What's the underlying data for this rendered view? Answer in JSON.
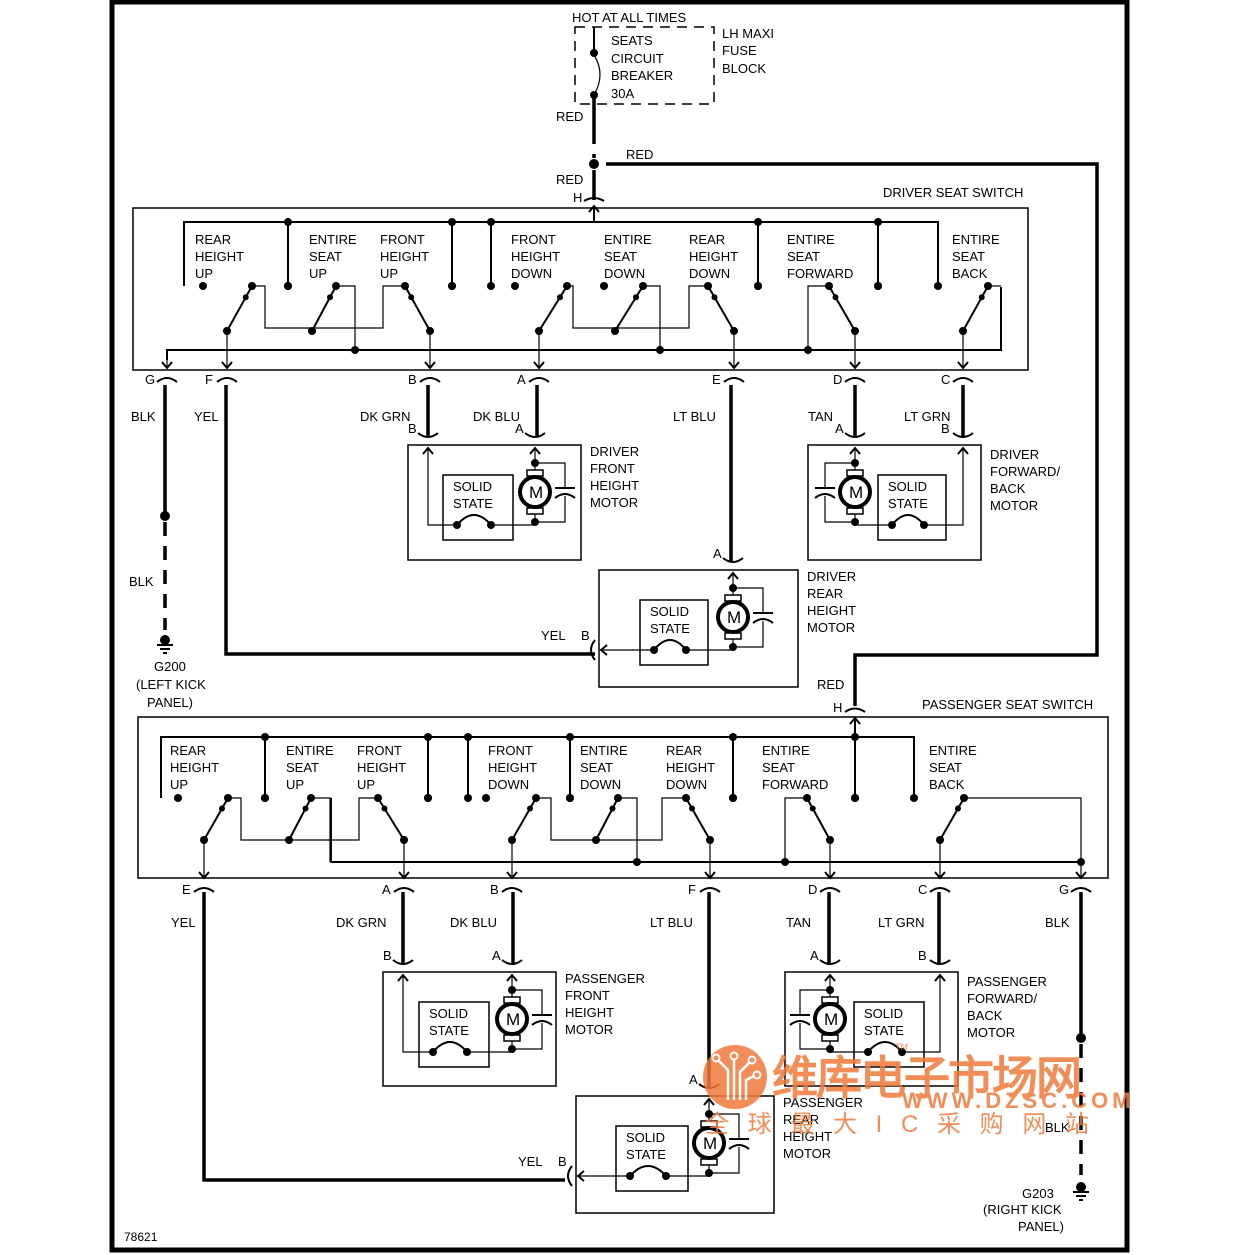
{
  "diagram": {
    "figure_number": "78621",
    "power": {
      "hot_label": "HOT AT ALL TIMES",
      "breaker_lines": [
        "SEATS",
        "CIRCUIT",
        "BREAKER",
        "30A"
      ],
      "fuse_block_lines": [
        "LH MAXI",
        "FUSE",
        "BLOCK"
      ],
      "wire_red_1": "RED",
      "wire_red_2": "RED",
      "wire_red_3": "RED",
      "wire_red_passenger": "RED"
    },
    "driver_switch": {
      "title": "DRIVER SEAT SWITCH",
      "feed_pin": "H",
      "functions": [
        {
          "lines": [
            "REAR",
            "HEIGHT",
            "UP"
          ]
        },
        {
          "lines": [
            "ENTIRE",
            "SEAT",
            "UP"
          ]
        },
        {
          "lines": [
            "FRONT",
            "HEIGHT",
            "UP"
          ]
        },
        {
          "lines": [
            "FRONT",
            "HEIGHT",
            "DOWN"
          ]
        },
        {
          "lines": [
            "ENTIRE",
            "SEAT",
            "DOWN"
          ]
        },
        {
          "lines": [
            "REAR",
            "HEIGHT",
            "DOWN"
          ]
        },
        {
          "lines": [
            "ENTIRE",
            "SEAT",
            "FORWARD"
          ]
        },
        {
          "lines": [
            "ENTIRE",
            "SEAT",
            "BACK"
          ]
        }
      ],
      "pins": [
        {
          "pin": "G",
          "wire": "BLK"
        },
        {
          "pin": "F",
          "wire": "YEL"
        },
        {
          "pin": "B",
          "wire": "DK GRN"
        },
        {
          "pin": "A",
          "wire": "DK BLU"
        },
        {
          "pin": "E",
          "wire": "LT BLU"
        },
        {
          "pin": "D",
          "wire": "TAN"
        },
        {
          "pin": "C",
          "wire": "LT GRN"
        }
      ]
    },
    "driver_ground": {
      "wire": "BLK",
      "name": "G200",
      "location_lines": [
        "(LEFT KICK",
        "PANEL)"
      ]
    },
    "driver_motors": [
      {
        "id": "front_height",
        "lines": [
          "DRIVER",
          "FRONT",
          "HEIGHT",
          "MOTOR"
        ],
        "pin_left": "B",
        "pin_right": "A",
        "solid_state": [
          "SOLID",
          "STATE"
        ],
        "motor_symbol": "M"
      },
      {
        "id": "forward_back",
        "lines": [
          "DRIVER",
          "FORWARD/",
          "BACK",
          "MOTOR"
        ],
        "pin_left": "A",
        "pin_right": "B",
        "solid_state": [
          "SOLID",
          "STATE"
        ],
        "motor_symbol": "M"
      },
      {
        "id": "rear_height",
        "lines": [
          "DRIVER",
          "REAR",
          "HEIGHT",
          "MOTOR"
        ],
        "pin_top": "A",
        "pin_side": "B",
        "side_wire": "YEL",
        "solid_state": [
          "SOLID",
          "STATE"
        ],
        "motor_symbol": "M"
      }
    ],
    "passenger_switch": {
      "title": "PASSENGER SEAT SWITCH",
      "feed_pin": "H",
      "functions": [
        {
          "lines": [
            "REAR",
            "HEIGHT",
            "UP"
          ]
        },
        {
          "lines": [
            "ENTIRE",
            "SEAT",
            "UP"
          ]
        },
        {
          "lines": [
            "FRONT",
            "HEIGHT",
            "UP"
          ]
        },
        {
          "lines": [
            "FRONT",
            "HEIGHT",
            "DOWN"
          ]
        },
        {
          "lines": [
            "ENTIRE",
            "SEAT",
            "DOWN"
          ]
        },
        {
          "lines": [
            "REAR",
            "HEIGHT",
            "DOWN"
          ]
        },
        {
          "lines": [
            "ENTIRE",
            "SEAT",
            "FORWARD"
          ]
        },
        {
          "lines": [
            "ENTIRE",
            "SEAT",
            "BACK"
          ]
        }
      ],
      "pins": [
        {
          "pin": "E",
          "wire": "YEL"
        },
        {
          "pin": "A",
          "wire": "DK GRN"
        },
        {
          "pin": "B",
          "wire": "DK BLU"
        },
        {
          "pin": "F",
          "wire": "LT BLU"
        },
        {
          "pin": "D",
          "wire": "TAN"
        },
        {
          "pin": "C",
          "wire": "LT GRN"
        },
        {
          "pin": "G",
          "wire": "BLK"
        }
      ]
    },
    "passenger_ground": {
      "wire": "BLK",
      "name": "G203",
      "location_lines": [
        "(RIGHT KICK",
        "PANEL)"
      ]
    },
    "passenger_motors": [
      {
        "id": "front_height",
        "lines": [
          "PASSENGER",
          "FRONT",
          "HEIGHT",
          "MOTOR"
        ],
        "pin_left": "B",
        "pin_right": "A",
        "solid_state": [
          "SOLID",
          "STATE"
        ],
        "motor_symbol": "M"
      },
      {
        "id": "forward_back",
        "lines": [
          "PASSENGER",
          "FORWARD/",
          "BACK",
          "MOTOR"
        ],
        "pin_left": "A",
        "pin_right": "B",
        "solid_state": [
          "SOLID",
          "STATE"
        ],
        "motor_symbol": "M"
      },
      {
        "id": "rear_height",
        "lines": [
          "PASSENGER",
          "REAR",
          "HEIGHT",
          "MOTOR"
        ],
        "pin_top": "A",
        "pin_side": "B",
        "side_wire": "YEL",
        "solid_state": [
          "SOLID",
          "STATE"
        ],
        "motor_symbol": "M"
      }
    ],
    "watermark": {
      "brand": "维库电子市场网",
      "url": "WWW.DZSC.COM",
      "tagline": "全 球 最 大 I C 采 购 网 站",
      "tm": "TM",
      "color": "#f07a3a"
    }
  }
}
